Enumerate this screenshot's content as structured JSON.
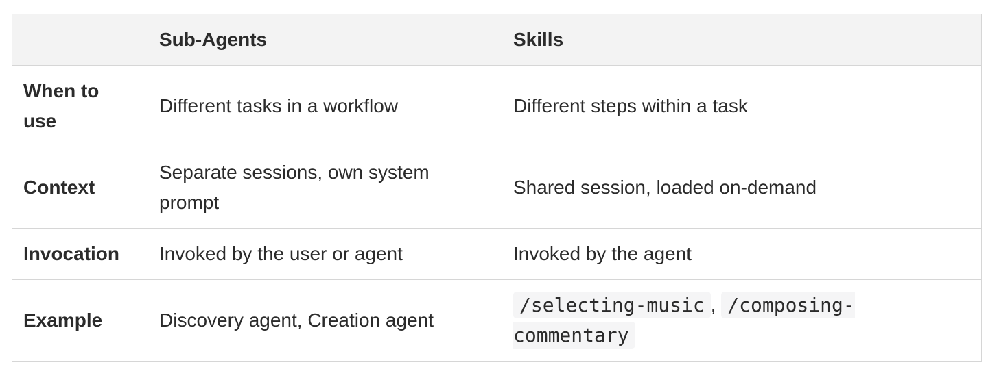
{
  "theme": {
    "page-bg": "#ffffff",
    "text-color": "#2b2b2b",
    "border-color": "#d6d6d6",
    "header-bg": "#f3f3f3",
    "code-bg": "#f5f5f6"
  },
  "table": {
    "columns": [
      {
        "label": ""
      },
      {
        "label": "Sub-Agents"
      },
      {
        "label": "Skills"
      }
    ],
    "rows": [
      {
        "label": "When to use",
        "sub_agents": "Different tasks in a workflow",
        "skills": "Different steps within a task"
      },
      {
        "label": "Context",
        "sub_agents": "Separate sessions, own system prompt",
        "skills": "Shared session, loaded on-demand"
      },
      {
        "label": "Invocation",
        "sub_agents": "Invoked by the user or agent",
        "skills": "Invoked by the agent"
      },
      {
        "label": "Example",
        "sub_agents": "Discovery agent, Creation agent",
        "skills_codes": [
          "/selecting-music",
          "/composing-commentary"
        ],
        "skills_separator": ", "
      }
    ]
  }
}
